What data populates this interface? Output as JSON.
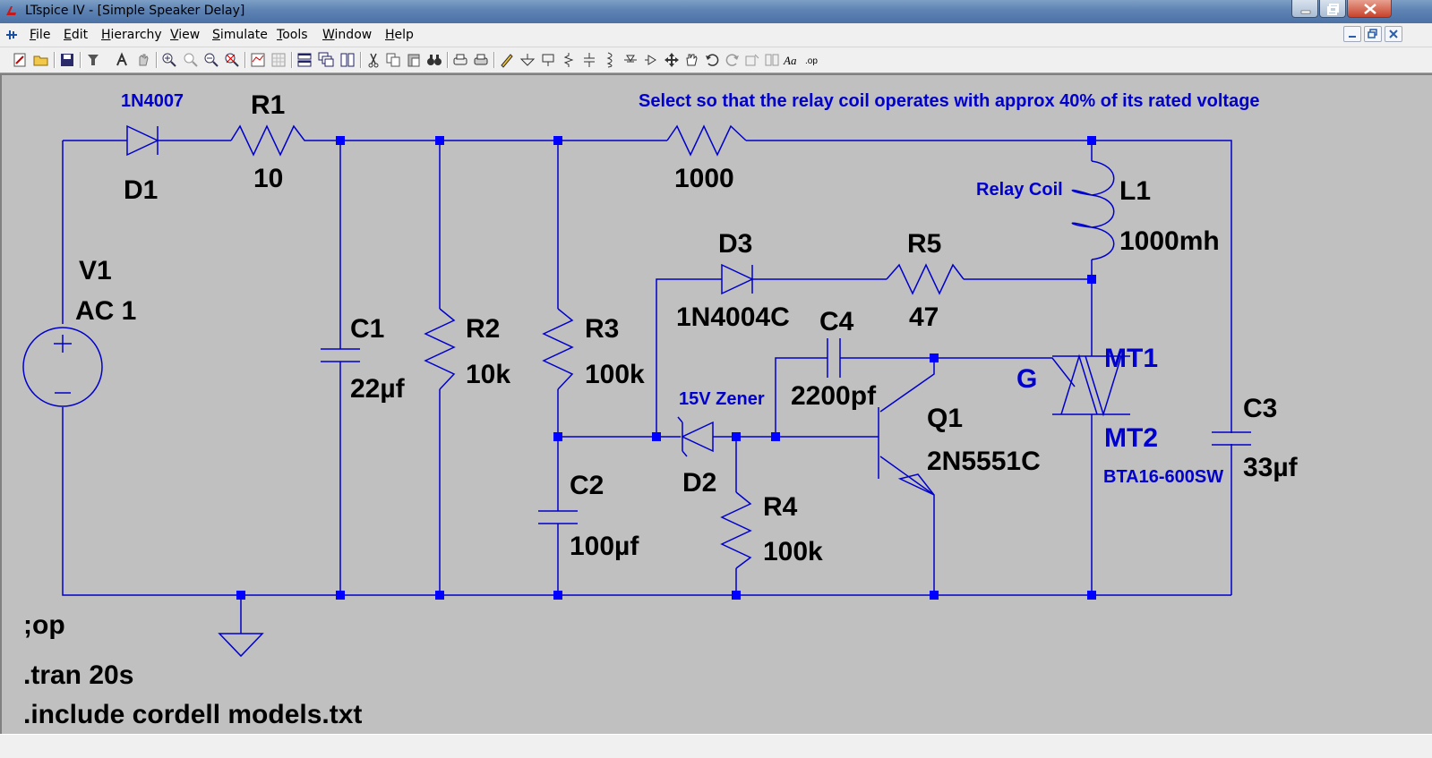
{
  "window": {
    "title": "LTspice IV - [Simple Speaker Delay]"
  },
  "menu": [
    "File",
    "Edit",
    "Hierarchy",
    "View",
    "Simulate",
    "Tools",
    "Window",
    "Help"
  ],
  "colors": {
    "wire": "#0000cc",
    "junction": "#0000ff",
    "canvas": "#c0c0c0",
    "text": "#000000",
    "annotation": "#0000cc"
  },
  "toolbar": {
    "icons": [
      "new-schematic-icon",
      "open-icon",
      "save-icon",
      "control-panel-icon",
      "run-icon",
      "halt-icon",
      "zoom-in-icon",
      "pan-icon",
      "zoom-out-icon",
      "zoom-fit-icon",
      "autorange-icon",
      "grid-icon",
      "tile-horizontal-icon",
      "cascade-icon",
      "tile-vertical-icon",
      "cut-icon",
      "copy-icon",
      "paste-icon",
      "find-icon",
      "print-setup-icon",
      "print-icon",
      "draw-wire-icon",
      "ground-icon",
      "label-net-icon",
      "resistor-icon",
      "capacitor-icon",
      "inductor-icon",
      "diode-icon",
      "component-icon",
      "move-icon",
      "drag-icon",
      "undo-icon",
      "redo-icon",
      "rotate-icon",
      "mirror-icon",
      "text-icon",
      "spice-directive-icon"
    ]
  },
  "schematic": {
    "components": {
      "V1": {
        "ref": "V1",
        "value": "AC 1"
      },
      "D1": {
        "ref": "D1",
        "model": "1N4007"
      },
      "R1": {
        "ref": "R1",
        "value": "10"
      },
      "R_top": {
        "value": "1000"
      },
      "C1": {
        "ref": "C1",
        "value": "22µf"
      },
      "R2": {
        "ref": "R2",
        "value": "10k"
      },
      "R3": {
        "ref": "R3",
        "value": "100k"
      },
      "C2": {
        "ref": "C2",
        "value": "100µf"
      },
      "D3": {
        "ref": "D3",
        "value": "1N4004C"
      },
      "R5": {
        "ref": "R5",
        "value": "47"
      },
      "L1": {
        "ref": "L1",
        "value": "1000mh"
      },
      "C4": {
        "ref": "C4",
        "value": "2200pf"
      },
      "D2": {
        "ref": "D2"
      },
      "R4": {
        "ref": "R4",
        "value": "100k"
      },
      "Q1": {
        "ref": "Q1",
        "value": "2N5551C"
      },
      "triac": {
        "mt1": "MT1",
        "mt2": "MT2",
        "gate": "G",
        "model": "BTA16-600SW"
      },
      "C3": {
        "ref": "C3",
        "value": "33µf"
      }
    },
    "annotations": {
      "select_note": "Select so that the relay coil operates with approx 40% of its rated voltage",
      "relay_coil": "Relay Coil",
      "zener": "15V Zener"
    },
    "directives": [
      ";op",
      ".tran 20s",
      ".include cordell models.txt"
    ]
  }
}
